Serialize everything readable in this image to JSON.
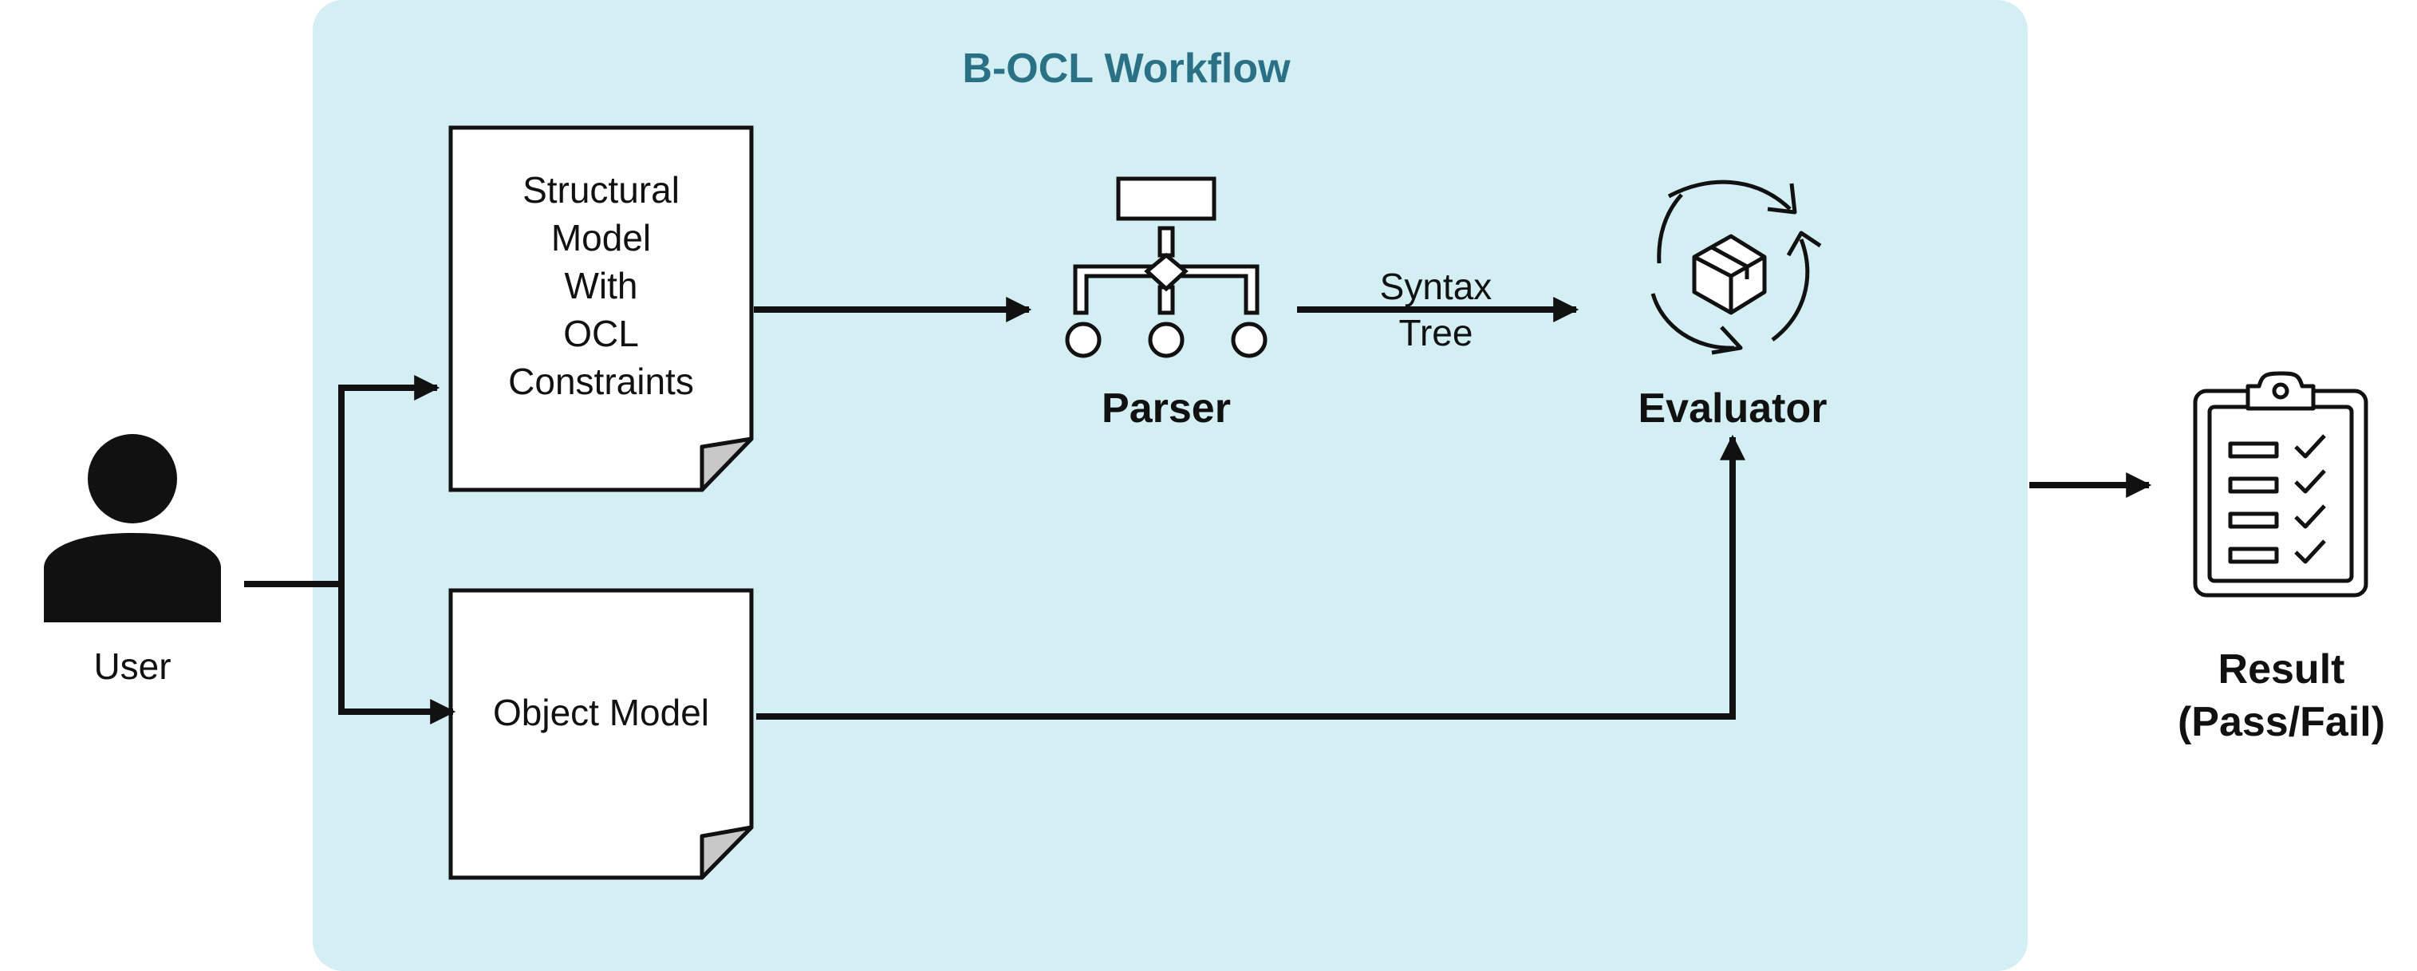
{
  "diagram": {
    "title": "B-OCL Workflow",
    "user_label": "User",
    "structural_model_lines": [
      "Structural",
      "Model",
      "With",
      "OCL",
      "Constraints"
    ],
    "object_model_label": "Object Model",
    "parser_label": "Parser",
    "syntax_tree_lines": [
      "Syntax",
      "Tree"
    ],
    "evaluator_label": "Evaluator",
    "result_lines": [
      "Result",
      "(Pass/Fail)"
    ]
  },
  "colors": {
    "workflow_panel": "#d3eff3",
    "title": "#2b7186",
    "stroke": "#111111",
    "fold": "#c8c8c8"
  },
  "icons": [
    "user-icon",
    "document-icon",
    "hierarchy-icon",
    "recycle-package-icon",
    "clipboard-checklist-icon"
  ]
}
